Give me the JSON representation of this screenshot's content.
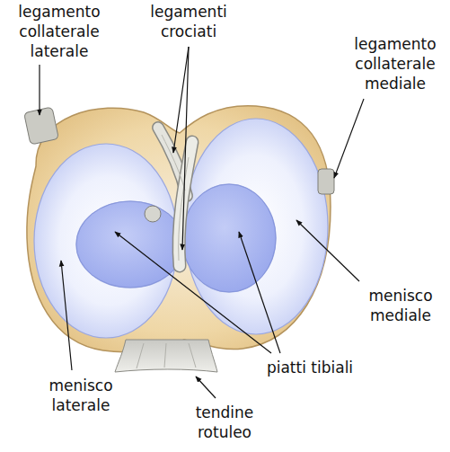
{
  "diagram": {
    "labels": [
      "legamento collaterale laterale",
      "legamenti crociati",
      "legamento collaterale mediale",
      "menisco mediale",
      "piatti tibiali",
      "menisco laterale",
      "tendine rotuleo"
    ]
  }
}
